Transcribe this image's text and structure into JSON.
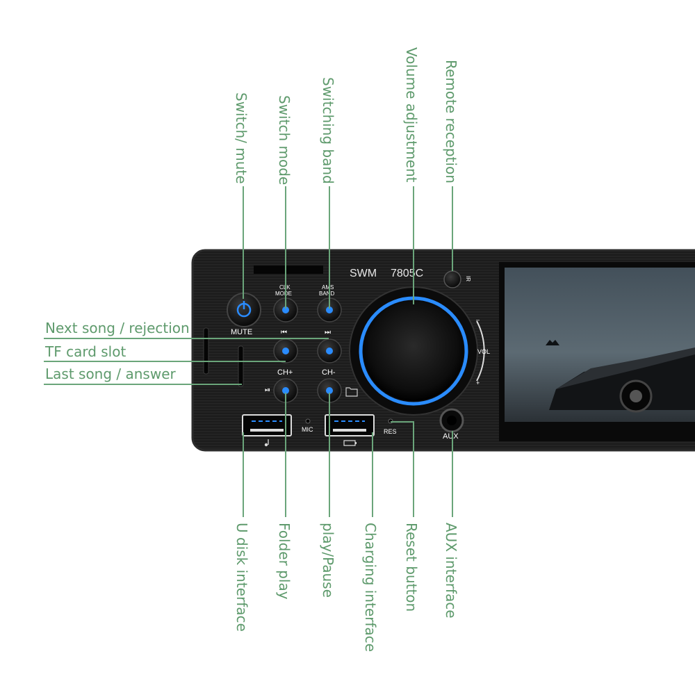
{
  "colors": {
    "callout_text": "#5e9a6c",
    "callout_line": "#6aa57a",
    "panel": "#1a1a1a",
    "accent_blue": "#2a8cff"
  },
  "device": {
    "brand": "SWM",
    "model": "7805C",
    "buttons": {
      "mute": "MUTE",
      "clk_mode_1": "CLK",
      "clk_mode_2": "MODE",
      "ams_band_1": "AMS",
      "band_2": "BAND",
      "prev": "⏮",
      "next": "⏭",
      "ch_plus": "CH+",
      "ch_minus": "CH-",
      "play_pause_icon": "⏯",
      "folder_icon": "folder-icon"
    },
    "labels": {
      "mic": "MIC",
      "res": "RES",
      "aux": "AUX",
      "vol": "VOL",
      "vol_minus": "–",
      "vol_plus": "+",
      "ir": "IR"
    },
    "usb1_icon": "music-note-icon",
    "usb2_icon": "battery-icon"
  },
  "callouts": {
    "top": [
      "Switch/ mute",
      "Switch mode",
      "Switching band",
      "Volume adjustment",
      "Remote reception"
    ],
    "left": [
      "Next song / rejection",
      "TF card slot",
      "Last song / answer"
    ],
    "bottom": [
      "U disk interface",
      "Folder play",
      "play/Pause",
      "Charging interface",
      "Reset button",
      "AUX interface"
    ]
  }
}
